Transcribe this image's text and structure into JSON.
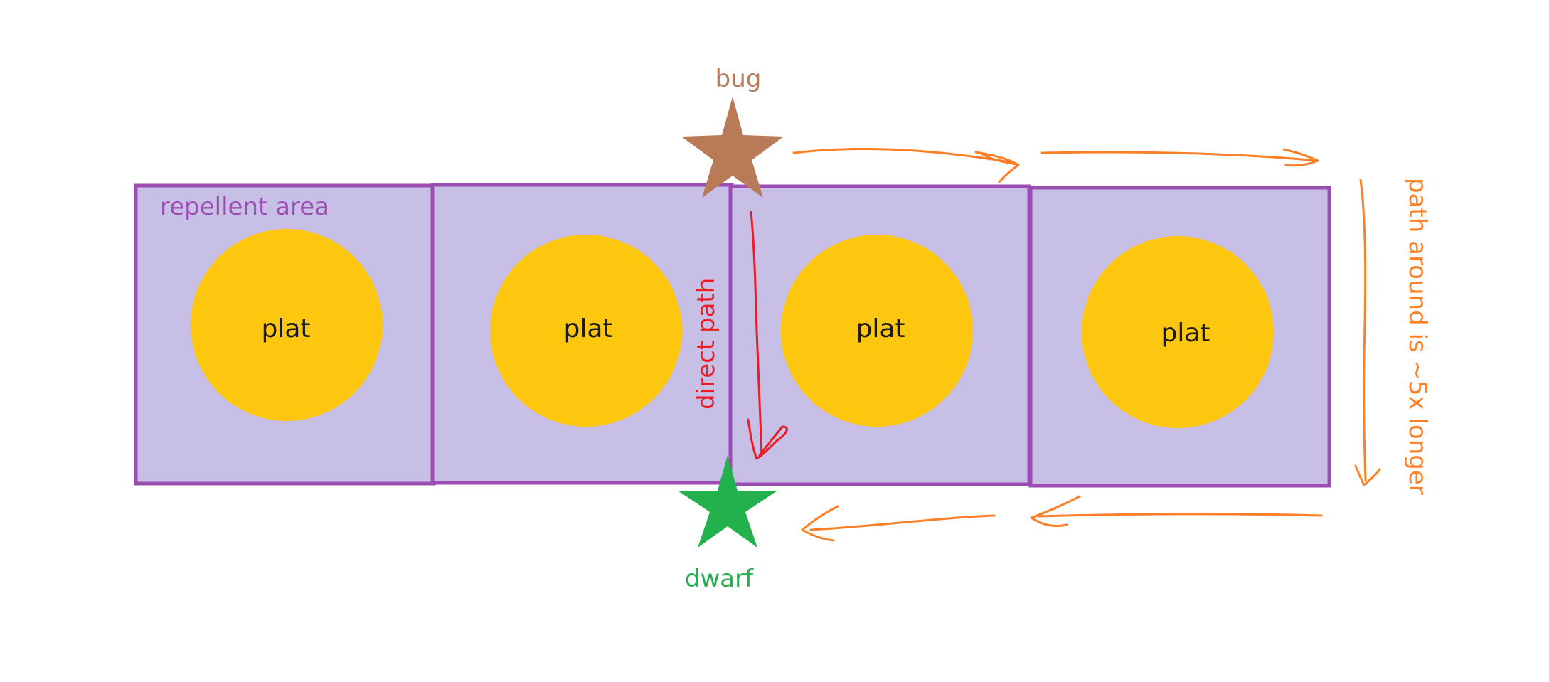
{
  "repellent_label": "repellent area",
  "plats": [
    {
      "label": "plat"
    },
    {
      "label": "plat"
    },
    {
      "label": "plat"
    },
    {
      "label": "plat"
    }
  ],
  "bug_label": "bug",
  "dwarf_label": "dwarf",
  "direct_path_label": "direct path",
  "around_path_label": "path around is ~5x longer",
  "colors": {
    "repellent_fill": "#c8bfe6",
    "repellent_border": "#9c4db3",
    "plat_fill": "#fec70f",
    "bug": "#b97a57",
    "dwarf": "#22b14c",
    "direct_path": "#ed1c24",
    "around_path": "#ff7f27",
    "plat_text": "#1a1a1a"
  }
}
